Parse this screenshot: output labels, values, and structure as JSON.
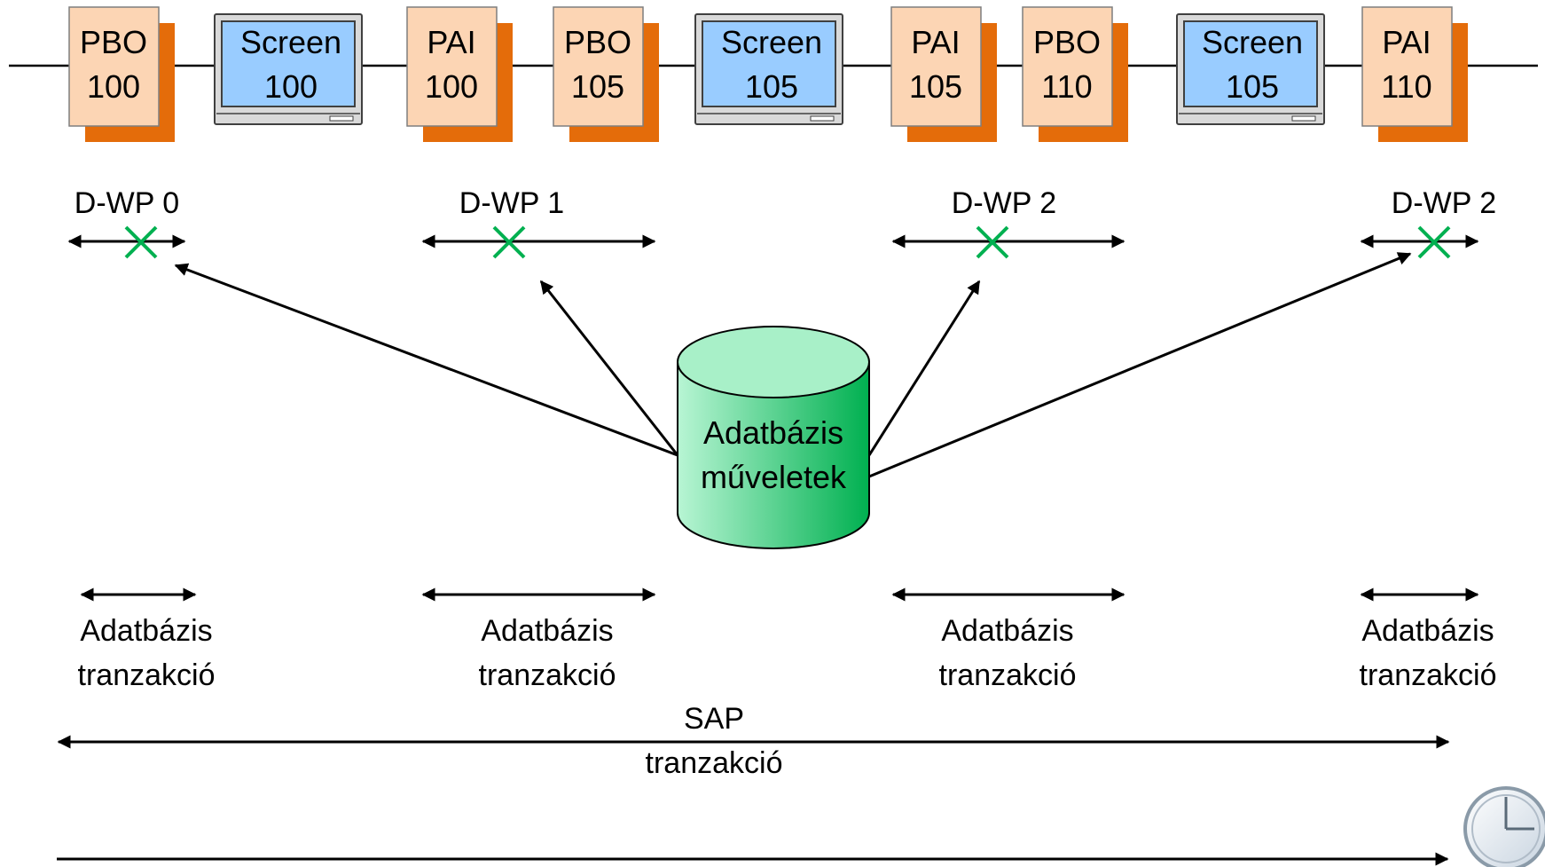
{
  "colors": {
    "process_fill": "#fcd5b4",
    "process_shadow": "#e46c0a",
    "screen_fill": "#99ccff",
    "monitor_frame": "#d9d9d9",
    "db_top": "#a8f0c8",
    "db_body": "#00b050",
    "cross": "#00b050",
    "line": "#000000"
  },
  "timeline": {
    "blocks": [
      {
        "kind": "process",
        "line1": "PBO",
        "line2": "100"
      },
      {
        "kind": "screen",
        "line1": "Screen",
        "line2": "100"
      },
      {
        "kind": "process",
        "line1": "PAI",
        "line2": "100"
      },
      {
        "kind": "process",
        "line1": "PBO",
        "line2": "105"
      },
      {
        "kind": "screen",
        "line1": "Screen",
        "line2": "105"
      },
      {
        "kind": "process",
        "line1": "PAI",
        "line2": "105"
      },
      {
        "kind": "process",
        "line1": "PBO",
        "line2": "110"
      },
      {
        "kind": "screen",
        "line1": "Screen",
        "line2": "105"
      },
      {
        "kind": "process",
        "line1": "PAI",
        "line2": "110"
      }
    ]
  },
  "work_processes": [
    {
      "label": "D-WP 0"
    },
    {
      "label": "D-WP 1"
    },
    {
      "label": "D-WP 2"
    },
    {
      "label": "D-WP 2"
    }
  ],
  "database": {
    "line1": "Adatbázis",
    "line2": "műveletek"
  },
  "db_transactions": [
    {
      "line1": "Adatbázis",
      "line2": "tranzakció"
    },
    {
      "line1": "Adatbázis",
      "line2": "tranzakció"
    },
    {
      "line1": "Adatbázis",
      "line2": "tranzakció"
    },
    {
      "line1": "Adatbázis",
      "line2": "tranzakció"
    }
  ],
  "sap_transaction": {
    "line1": "SAP",
    "line2": "tranzakció"
  },
  "icons": {
    "time": "clock-icon"
  }
}
